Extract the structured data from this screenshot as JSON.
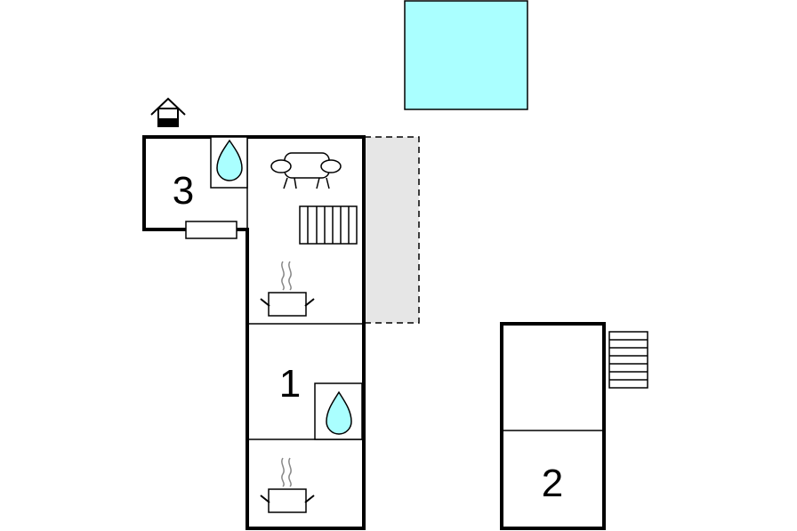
{
  "plan": {
    "colors": {
      "pool": "#aaffff",
      "terrace": "#e6e6e6",
      "water": "#aaffff",
      "wall": "#000000"
    },
    "rooms": [
      {
        "id": "room-1",
        "label": "1"
      },
      {
        "id": "room-2",
        "label": "2"
      },
      {
        "id": "room-3",
        "label": "3"
      }
    ],
    "icons": [
      "pool",
      "terrace",
      "house-icon",
      "bathroom-icon",
      "sofa-icon",
      "radiator-icon",
      "kitchen-icon",
      "stairs-icon"
    ]
  }
}
